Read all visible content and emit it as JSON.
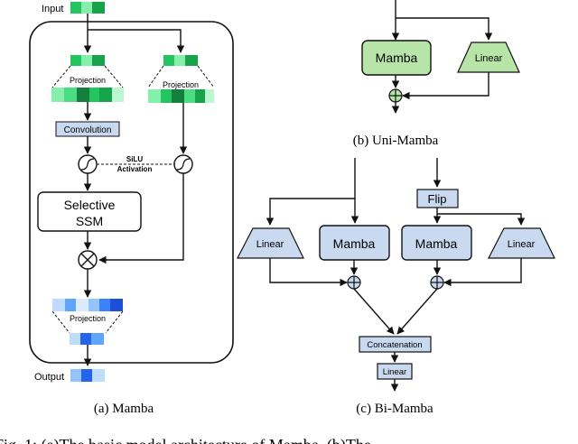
{
  "mamba": {
    "input_label": "Input",
    "output_label": "Output",
    "projection_top_left": "Projection",
    "projection_top_right": "Projection",
    "convolution": "Convolution",
    "silu_line1": "SiLU",
    "silu_line2": "Activation",
    "selective_line1": "Selective",
    "selective_line2": "SSM",
    "projection_bottom": "Projection",
    "caption": "(a) Mamba"
  },
  "uni_mamba": {
    "mamba": "Mamba",
    "linear": "Linear",
    "caption": "(b) Uni-Mamba"
  },
  "bi_mamba": {
    "flip": "Flip",
    "linear_left": "Linear",
    "mamba_left": "Mamba",
    "mamba_right": "Mamba",
    "linear_right": "Linear",
    "concatenation": "Concatenation",
    "linear_out": "Linear",
    "caption": "(c) Bi-Mamba"
  },
  "figure_caption": "Fig. 1: (a)The basic model architecture of Mamba. (b)The"
}
